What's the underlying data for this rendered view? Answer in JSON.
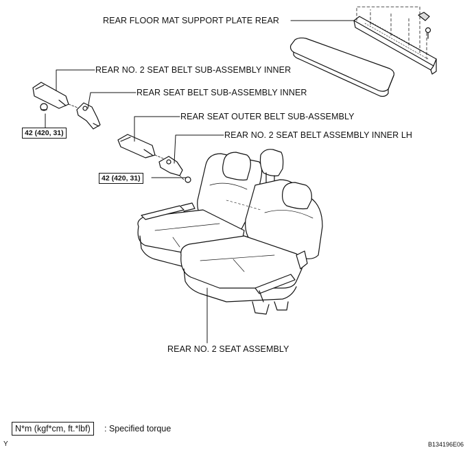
{
  "labels": {
    "floor_mat_plate": "REAR FLOOR MAT SUPPORT PLATE REAR",
    "no2_belt_sub_inner": "REAR NO. 2 SEAT BELT SUB-ASSEMBLY INNER",
    "belt_sub_inner": "REAR SEAT BELT SUB-ASSEMBLY INNER",
    "outer_belt_sub": "REAR SEAT OUTER BELT SUB-ASSEMBLY",
    "no2_belt_inner_lh": "REAR NO. 2 SEAT BELT ASSEMBLY INNER LH",
    "seat_assembly": "REAR NO. 2 SEAT ASSEMBLY"
  },
  "torques": {
    "upper": "42 (420, 31)",
    "lower": "42 (420, 31)"
  },
  "legend": {
    "unit_box": "N*m (kgf*cm, ft.*lbf)",
    "description": ": Specified torque"
  },
  "corner_marks": {
    "bottom_left": "Y",
    "figure_code": "B134196E06"
  }
}
